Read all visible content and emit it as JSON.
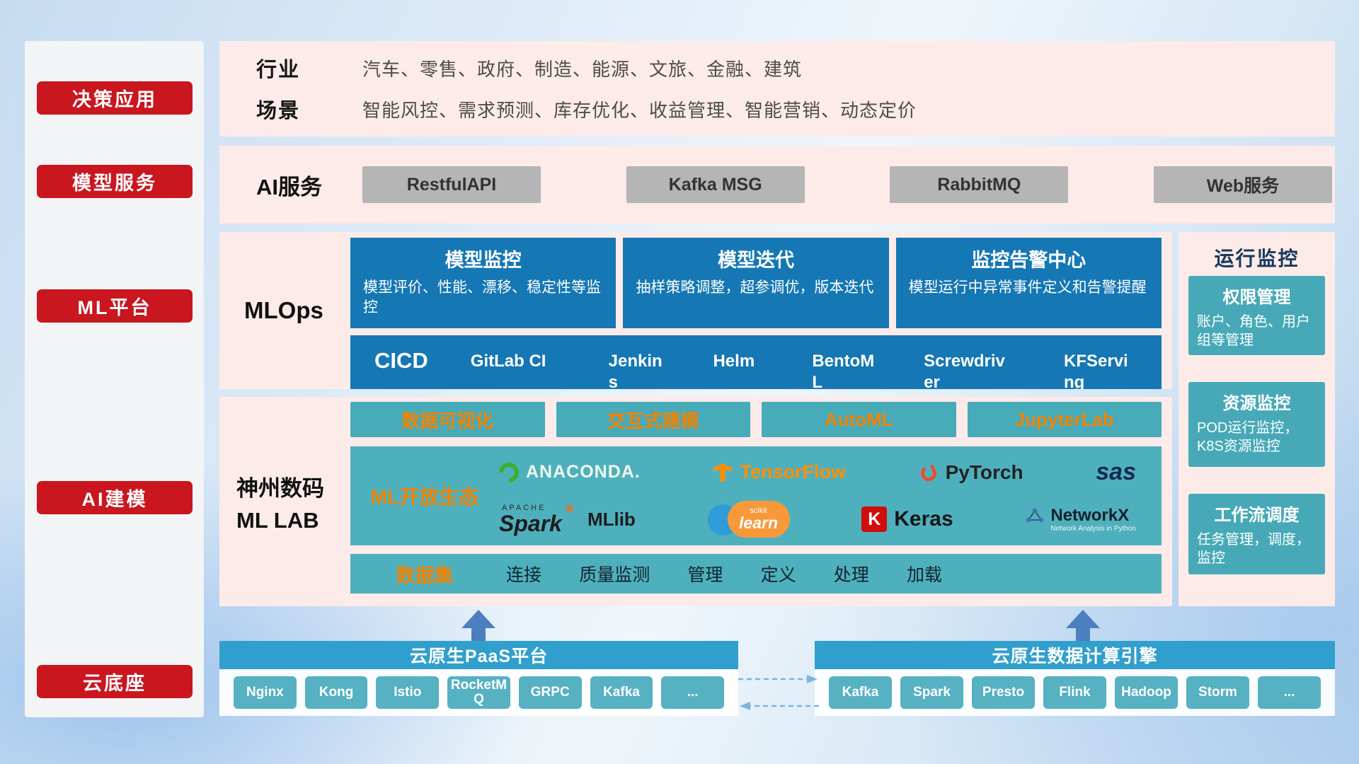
{
  "sidebar": {
    "items": [
      {
        "label": "决策应用"
      },
      {
        "label": "模型服务"
      },
      {
        "label": "ML平台"
      },
      {
        "label": "AI建模"
      },
      {
        "label": "云底座"
      }
    ]
  },
  "industry": {
    "row1_label": "行业",
    "row1_text": "汽车、零售、政府、制造、能源、文旅、金融、建筑",
    "row2_label": "场景",
    "row2_text": "智能风控、需求预测、库存优化、收益管理、智能营销、动态定价"
  },
  "ai_service": {
    "label": "AI服务",
    "buttons": [
      {
        "label": "RestfulAPI"
      },
      {
        "label": "Kafka MSG"
      },
      {
        "label": "RabbitMQ"
      },
      {
        "label": "Web服务"
      }
    ]
  },
  "mlops": {
    "label": "MLOps",
    "cards": [
      {
        "title": "模型监控",
        "desc": "模型评价、性能、漂移、稳定性等监控"
      },
      {
        "title": "模型迭代",
        "desc": "抽样策略调整，超参调优，版本迭代"
      },
      {
        "title": "监控告警中心",
        "desc": "模型运行中异常事件定义和告警提醒"
      }
    ],
    "cicd_label": "CICD",
    "cicd_tools": [
      {
        "label": "GitLab CI"
      },
      {
        "label": "Jenkins"
      },
      {
        "label": "Helm"
      },
      {
        "label": "BentoML"
      },
      {
        "label": "Screwdriver"
      },
      {
        "label": "KFServing"
      }
    ]
  },
  "monitor": {
    "title": "运行监控",
    "cards": [
      {
        "title": "权限管理",
        "desc": "账户、角色、用户组等管理"
      },
      {
        "title": "资源监控",
        "desc": "POD运行监控，K8S资源监控"
      },
      {
        "title": "工作流调度",
        "desc": "任务管理，调度，监控"
      }
    ]
  },
  "mllab": {
    "label_line1": "神州数码",
    "label_line2": "ML LAB",
    "top_buttons": [
      {
        "label": "数据可视化"
      },
      {
        "label": "交互式建模"
      },
      {
        "label": "AutoML"
      },
      {
        "label": "JupyterLab"
      }
    ],
    "eco_label": "ML开放生态",
    "logos": {
      "anaconda": "ANACONDA.",
      "tensorflow": "TensorFlow",
      "pytorch": "PyTorch",
      "sas": "sas",
      "spark_small": "APACHE",
      "spark": "Spark",
      "mllib": "MLlib",
      "sklearn_small": "scikit",
      "sklearn": "learn",
      "keras_mark": "K",
      "keras": "Keras",
      "networkx": "NetworkX",
      "networkx_sub": "Network Analysis in Python"
    },
    "icons": {
      "spark_star": "✶"
    },
    "dataset_label": "数据集",
    "dataset_items": [
      {
        "label": "连接"
      },
      {
        "label": "质量监测"
      },
      {
        "label": "管理"
      },
      {
        "label": "定义"
      },
      {
        "label": "处理"
      },
      {
        "label": "加载"
      }
    ]
  },
  "bottom": {
    "paas_title": "云原生PaaS平台",
    "paas_tools": [
      {
        "label": "Nginx"
      },
      {
        "label": "Kong"
      },
      {
        "label": "Istio"
      },
      {
        "label": "RocketMQ"
      },
      {
        "label": "GRPC"
      },
      {
        "label": "Kafka"
      },
      {
        "label": "..."
      }
    ],
    "engine_title": "云原生数据计算引擎",
    "engine_tools": [
      {
        "label": "Kafka"
      },
      {
        "label": "Spark"
      },
      {
        "label": "Presto"
      },
      {
        "label": "Flink"
      },
      {
        "label": "Hadoop"
      },
      {
        "label": "Storm"
      },
      {
        "label": "..."
      }
    ]
  },
  "colors": {
    "accent_red": "#c9161f",
    "panel_pink": "#fcebe8",
    "card_blue": "#1577b4",
    "teal": "#4fb0bd",
    "orange_text": "#f08300",
    "gray_button": "#b5b5b5",
    "bottom_bar_blue": "#319fcd",
    "arrow_blue": "#4c7fc0",
    "navy_title": "#17395e"
  }
}
